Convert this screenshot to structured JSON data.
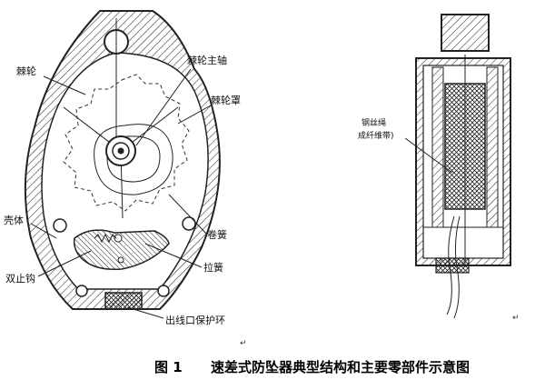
{
  "left_view": {
    "labels": {
      "pulley": "棘轮",
      "pulley_shaft": "棘轮主轴",
      "pulley_cover": "棘轮罩",
      "coil_spring": "卷簧",
      "housing": "壳体",
      "tension_spring": "拉簧",
      "double_pawl": "双止钩",
      "outlet_guard": "出线口保护环"
    }
  },
  "right_view": {
    "labels": {
      "wire_rope_line1": "钢丝绳",
      "wire_rope_line2": "成纤维带)"
    }
  },
  "paragraph_marks": [
    "↵",
    "↵"
  ],
  "caption": {
    "figure_no": "图 1",
    "text": "速差式防坠器典型结构和主要零部件示意图"
  }
}
